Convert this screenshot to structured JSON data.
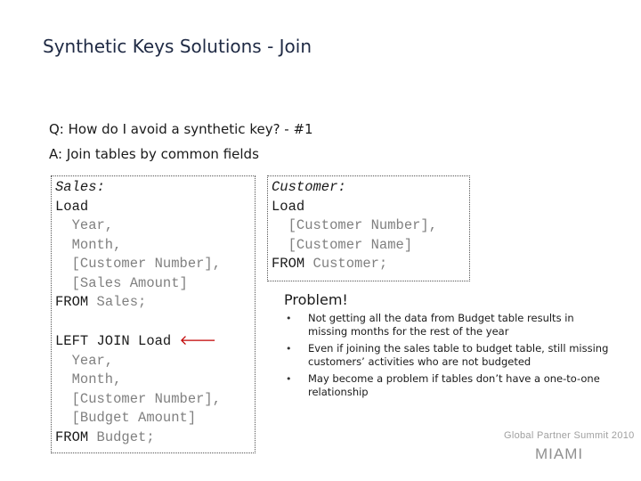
{
  "slide": {
    "title": "Synthetic Keys Solutions - Join",
    "question": "Q: How do I avoid a synthetic key? - #1",
    "answer": "A: Join tables by common fields"
  },
  "code_left": {
    "lines": [
      {
        "text": "Sales:",
        "style": "italic"
      },
      {
        "text": "Load",
        "style": "keyword"
      },
      {
        "text": "  Year,",
        "style": "plain"
      },
      {
        "text": "  Month,",
        "style": "plain"
      },
      {
        "text": "  [Customer Number],",
        "style": "plain"
      },
      {
        "text": "  [Sales Amount]",
        "style": "plain"
      },
      {
        "kw": "FROM",
        "text": " Sales;",
        "style": "mixed"
      },
      {
        "text": "",
        "style": "plain"
      },
      {
        "text": "LEFT JOIN Load ",
        "style": "keyword",
        "arrow": "🡐"
      },
      {
        "text": "  Year,",
        "style": "plain"
      },
      {
        "text": "  Month,",
        "style": "plain"
      },
      {
        "text": "  [Customer Number],",
        "style": "plain"
      },
      {
        "text": "  [Budget Amount]",
        "style": "plain"
      },
      {
        "kw": "FROM",
        "text": " Budget;",
        "style": "mixed"
      }
    ]
  },
  "code_right": {
    "lines": [
      {
        "text": "Customer:",
        "style": "italic"
      },
      {
        "text": "Load",
        "style": "keyword"
      },
      {
        "text": "  [Customer Number],",
        "style": "plain"
      },
      {
        "text": "  [Customer Name]",
        "style": "plain"
      },
      {
        "kw": "FROM",
        "text": " Customer;",
        "style": "mixed"
      }
    ]
  },
  "problem": {
    "heading": "Problem!",
    "bullets": [
      "Not getting all the data from Budget table results in missing months for the rest of the year",
      "Even if joining the sales table to budget table, still missing customers’ activities who are not budgeted",
      "May become a problem if tables don’t have a one-to-one relationship"
    ]
  },
  "logo": {
    "line1": "Global Partner Summit 2010",
    "line2": "MIAMI"
  }
}
